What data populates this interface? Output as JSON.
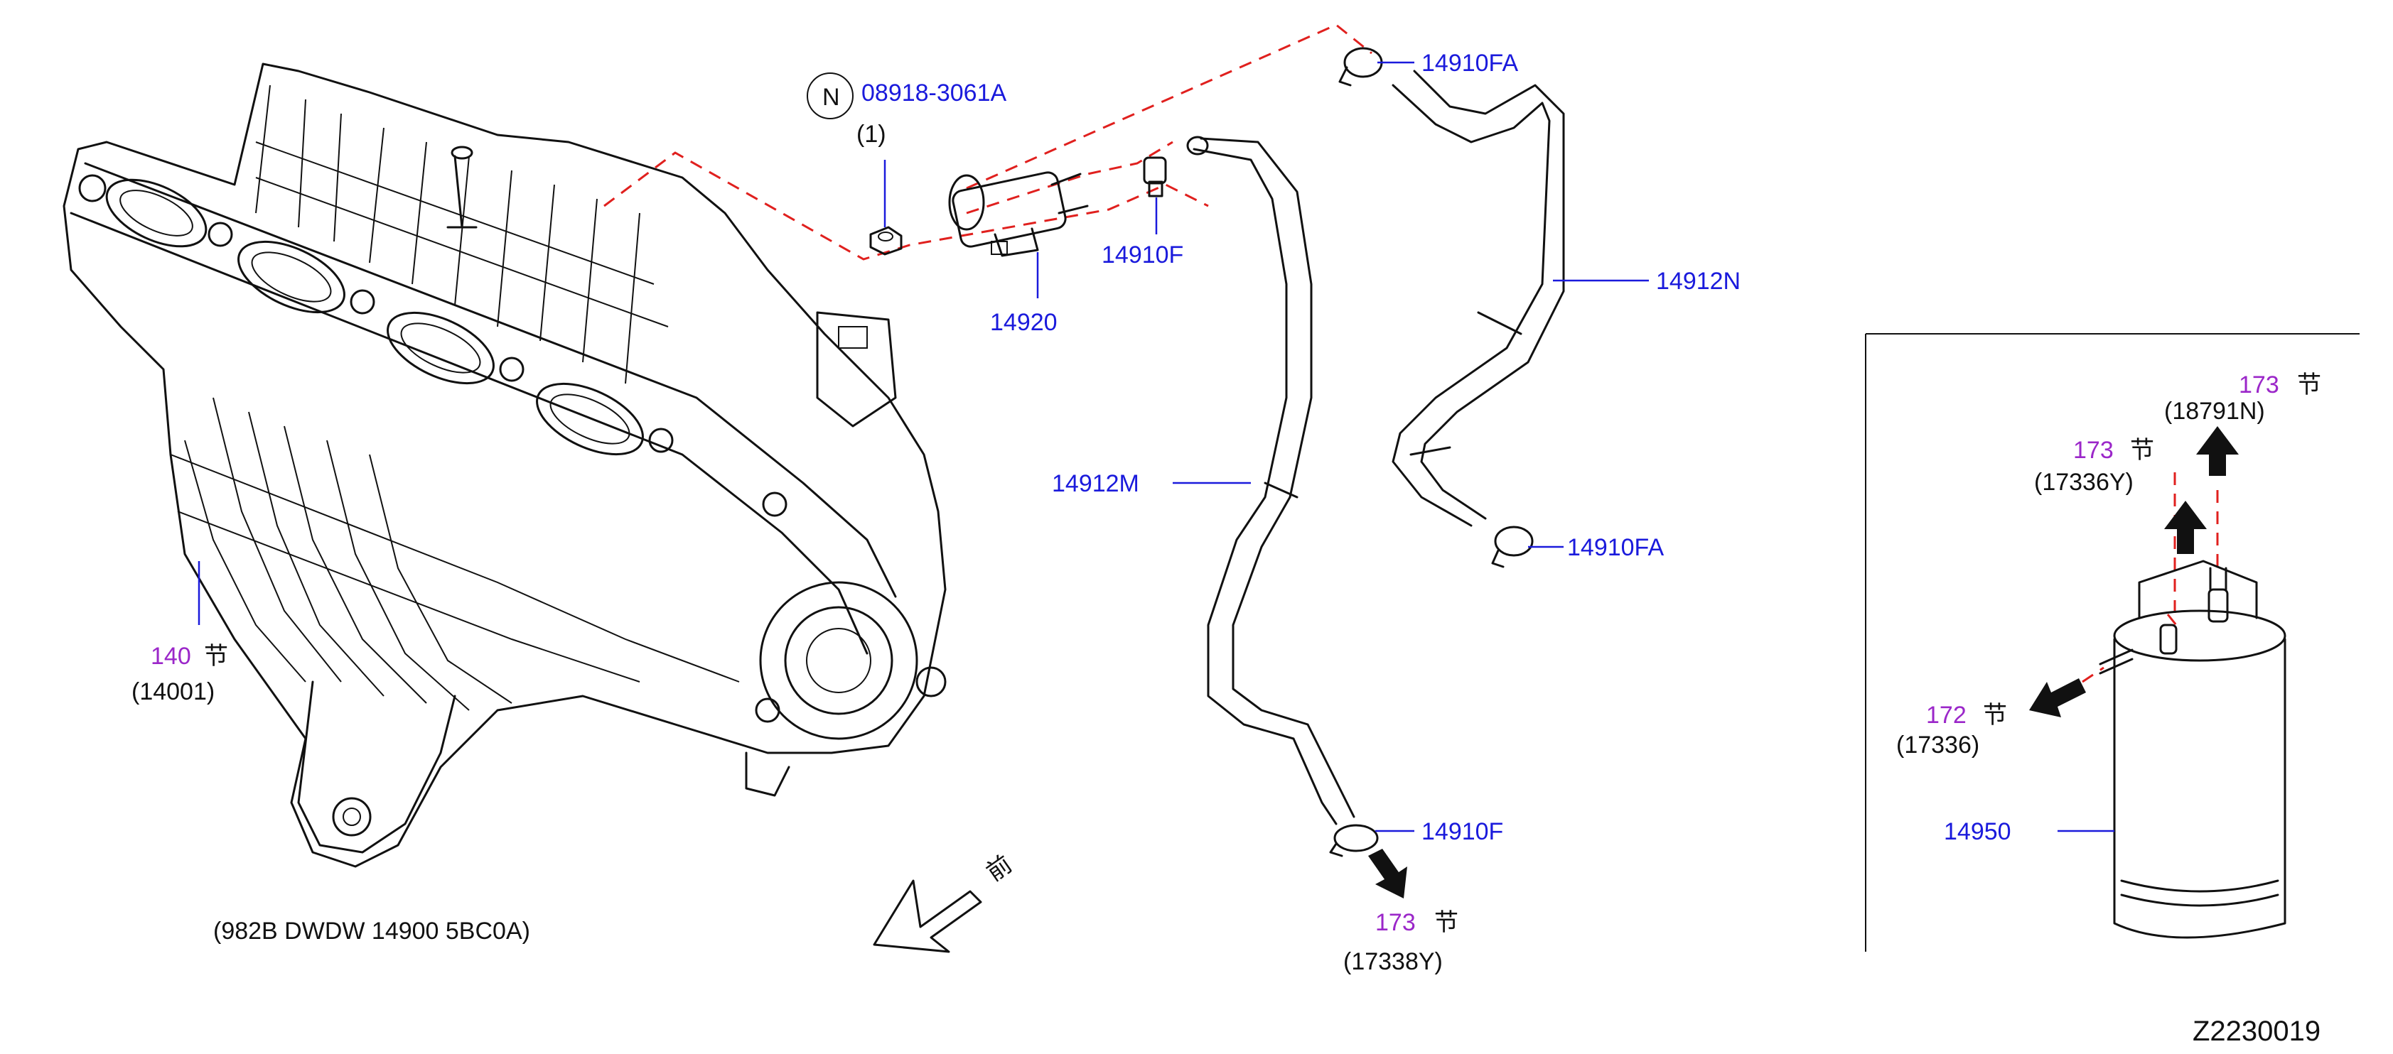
{
  "callouts": {
    "n_bolt": {
      "badge": "N",
      "part": "08918-3061A",
      "qty": "(1)"
    },
    "valve": "14920",
    "connector_f_top": "14910F",
    "clip_fa_top": "14910FA",
    "hose_n": "14912N",
    "hose_m": "14912M",
    "clip_fa_mid": "14910FA",
    "clip_f_bottom": "14910F",
    "canister": "14950"
  },
  "section_refs": {
    "manifold": {
      "section": "140",
      "glyph": "节",
      "ref": "(14001)"
    },
    "bottom_hose": {
      "section": "173",
      "glyph": "节",
      "ref": "(17338Y)"
    },
    "canister_top_right": {
      "section": "173",
      "glyph": "节",
      "ref": "(18791N)"
    },
    "canister_top_left": {
      "section": "173",
      "glyph": "节",
      "ref": "(17336Y)"
    },
    "canister_side": {
      "section": "172",
      "glyph": "节",
      "ref": "(17336)"
    }
  },
  "model_code": "(982B   DWDW   14900   5BC0A)",
  "front_label": "前",
  "diagram_id": "Z2230019",
  "colors": {
    "part_number": "#1a1adc",
    "section_number": "#9b27c9",
    "pipe_dash": "#e0201e",
    "linework": "#111111"
  }
}
